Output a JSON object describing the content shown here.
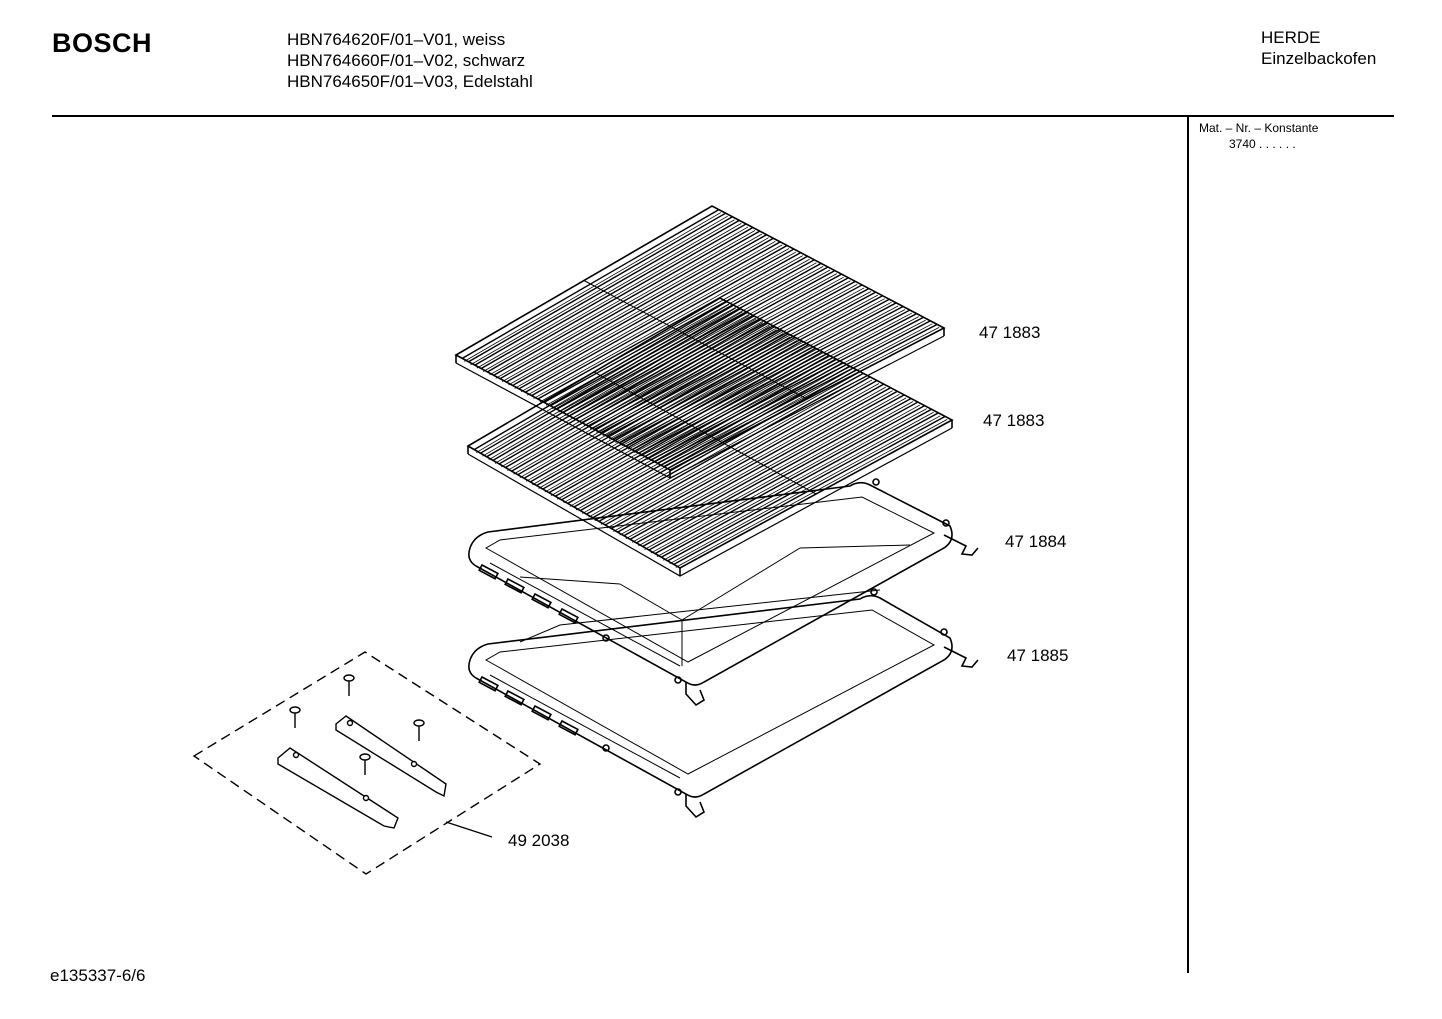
{
  "header": {
    "brand": "BOSCH",
    "models": [
      "HBN764620F/01–V01, weiss",
      "HBN764660F/01–V02, schwarz",
      "HBN764650F/01–V03, Edelstahl"
    ],
    "category": [
      "HERDE",
      "Einzelbackofen"
    ]
  },
  "sidebar": {
    "mat_label": "Mat. – Nr. – Konstante",
    "mat_value": "3740  .  .    .  .  .  ."
  },
  "parts": [
    {
      "id": "rack-upper",
      "number": "47 1883"
    },
    {
      "id": "rack-lower",
      "number": "47 1883"
    },
    {
      "id": "baking-tray",
      "number": "47 1884"
    },
    {
      "id": "universal-pan",
      "number": "47 1885"
    },
    {
      "id": "rail-kit",
      "number": "49 2038"
    }
  ],
  "footer": {
    "doc_id": "e135337-6/6"
  }
}
